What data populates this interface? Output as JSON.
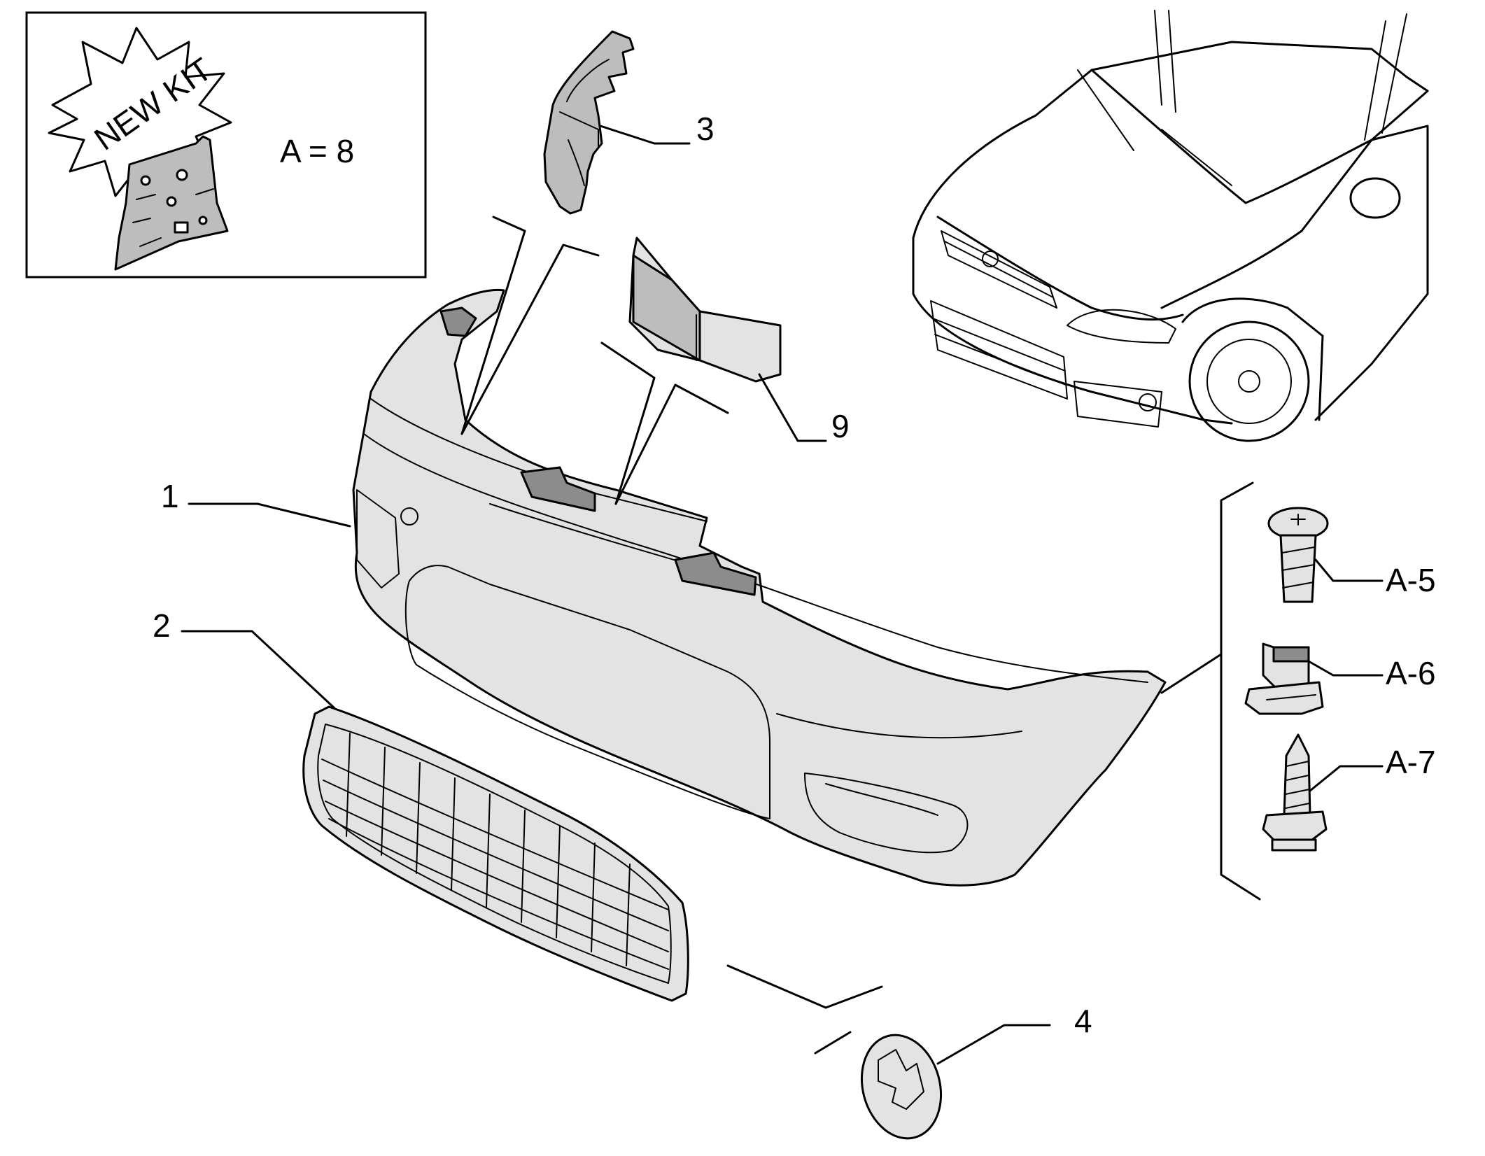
{
  "kit": {
    "burst_text": "NEW KIT",
    "formula": "A = 8"
  },
  "callouts": {
    "part1": "1",
    "part2": "2",
    "part3": "3",
    "part4": "4",
    "part9": "9",
    "a5": "A-5",
    "a6": "A-6",
    "a7": "A-7"
  }
}
